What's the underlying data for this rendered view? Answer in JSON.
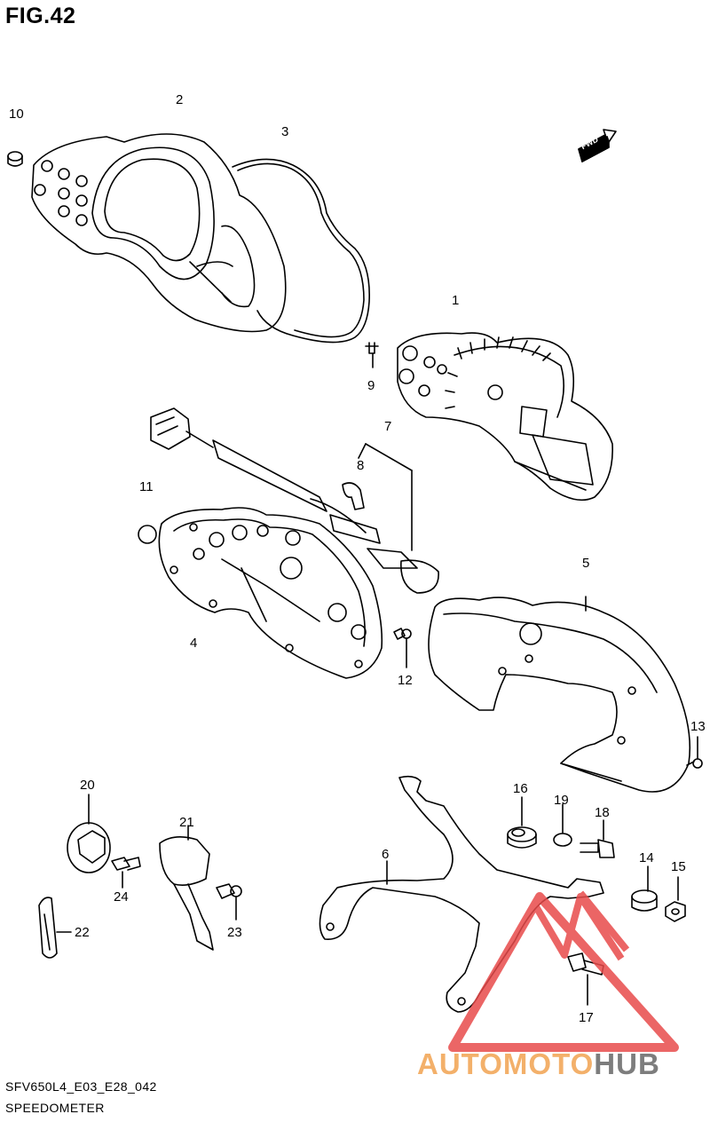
{
  "figure": {
    "title": "FIG.42",
    "code": "SFV650L4_E03_E28_042",
    "caption": "SPEEDOMETER"
  },
  "fwd_label": "FWD",
  "callouts": {
    "c1": "1",
    "c2": "2",
    "c3": "3",
    "c4": "4",
    "c5": "5",
    "c6": "6",
    "c7": "7",
    "c8": "8",
    "c9": "9",
    "c10": "10",
    "c11": "11",
    "c12": "12",
    "c13": "13",
    "c14": "14",
    "c15": "15",
    "c16": "16",
    "c17": "17",
    "c18": "18",
    "c19": "19",
    "c20": "20",
    "c21": "21",
    "c22": "22",
    "c23": "23",
    "c24": "24"
  },
  "watermark": {
    "part1": "AUTO",
    "part2": "MOTO",
    "part3": "HUB",
    "accent_color": "#e84b4b",
    "text_color": "#f3b06a",
    "hub_color": "#7d7d7d"
  },
  "colors": {
    "line": "#000000",
    "background": "#ffffff"
  }
}
